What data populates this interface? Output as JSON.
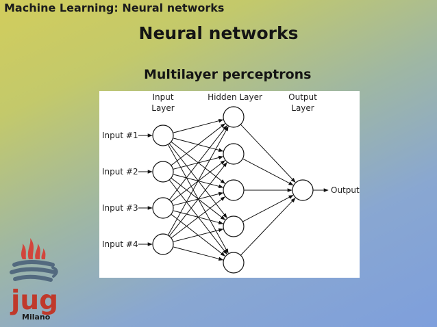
{
  "header": {
    "title": "Machine Learning: Neural networks"
  },
  "slide": {
    "title": "Neural networks",
    "subtitle": "Multilayer perceptrons"
  },
  "diagram": {
    "layer_labels": {
      "input_line1": "Input",
      "input_line2": "Layer",
      "hidden": "Hidden Layer",
      "output_line1": "Output",
      "output_line2": "Layer"
    },
    "inputs": [
      "Input #1",
      "Input #2",
      "Input #3",
      "Input #4"
    ],
    "output_label": "Output",
    "node_counts": {
      "input": 4,
      "hidden": 5,
      "output": 1
    }
  },
  "logo": {
    "letters": "jug",
    "city": "Milano",
    "colors": {
      "flame": "#d2453c",
      "cup": "#536a7f",
      "text": "#c0392b"
    }
  }
}
